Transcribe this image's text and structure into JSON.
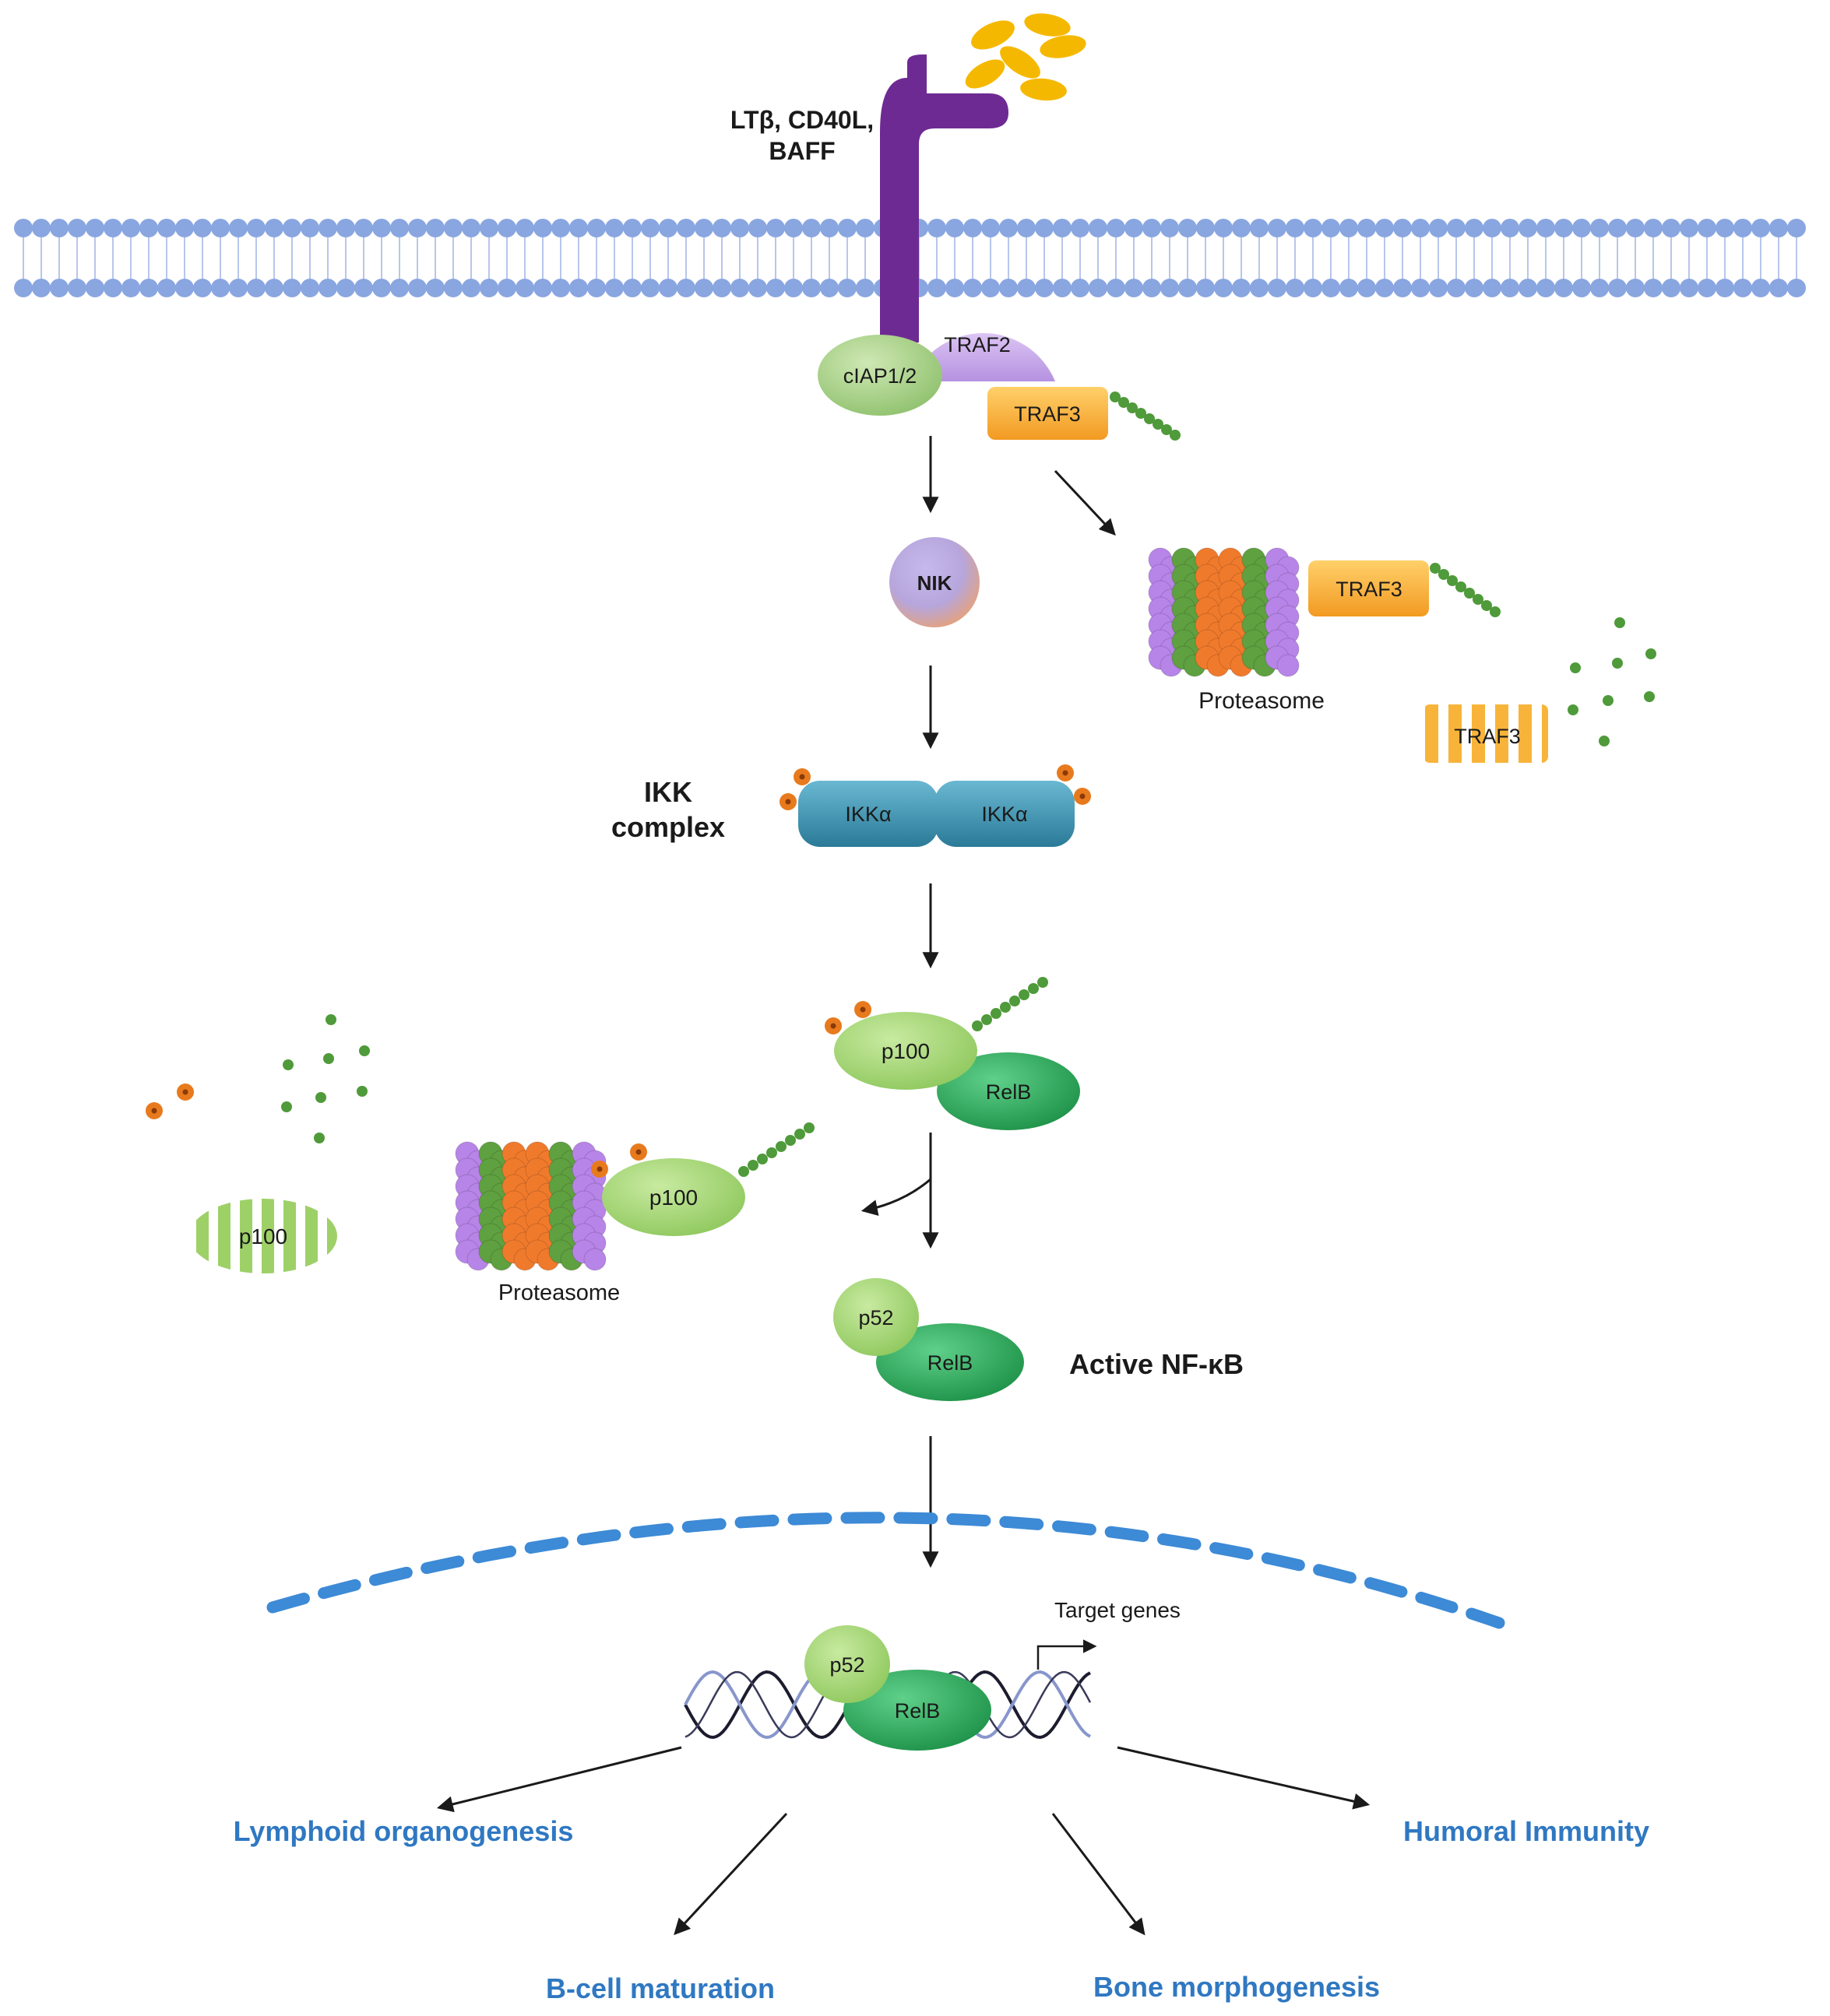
{
  "ligand_label_line1": "LTβ, CD40L,",
  "ligand_label_line2": "BAFF",
  "ciap_label": "cIAP1/2",
  "traf2_label": "TRAF2",
  "traf3_label": "TRAF3",
  "nik_label": "NIK",
  "ikk_complex_line1": "IKK",
  "ikk_complex_line2": "complex",
  "ikka_left_label": "IKKα",
  "ikka_right_label": "IKKα",
  "proteasome_top_label": "Proteasome",
  "proteasome_bottom_label": "Proteasome",
  "traf3_proteasome_label": "TRAF3",
  "traf3_degraded_label": "TRAF3",
  "p100_label": "p100",
  "relb_label": "RelB",
  "p100_proteasome_label": "p100",
  "p100_degraded_label": "p100",
  "p52_label": "p52",
  "relb_active_label": "RelB",
  "active_nfkb_label": "Active NF-κB",
  "target_genes_label": "Target genes",
  "p52_dna_label": "p52",
  "relb_dna_label": "RelB",
  "outcomes": {
    "lymphoid": "Lymphoid organogenesis",
    "humoral": "Humoral Immunity",
    "bcell": "B-cell maturation",
    "bone": "Bone morphogenesis"
  },
  "colors": {
    "membrane": "#8aa6e0",
    "receptor": "#6e2a93",
    "ligand": "#f5b800",
    "ciap": "#a8d08a",
    "traf2": "#c8a8ea",
    "traf3": "#f8b43a",
    "ubiquitin": "#4f9a3a",
    "nik": "#b4a8d8",
    "ikk": "#3f93b0",
    "phosphate": "#e87a1e",
    "p100": "#a6d675",
    "relb": "#2aa858",
    "proteasome_orange": "#f07a2c",
    "proteasome_green": "#5fa040",
    "proteasome_purple": "#b784e8",
    "nucleus": "#3d8ad6",
    "outcome_text": "#2f78c2"
  }
}
